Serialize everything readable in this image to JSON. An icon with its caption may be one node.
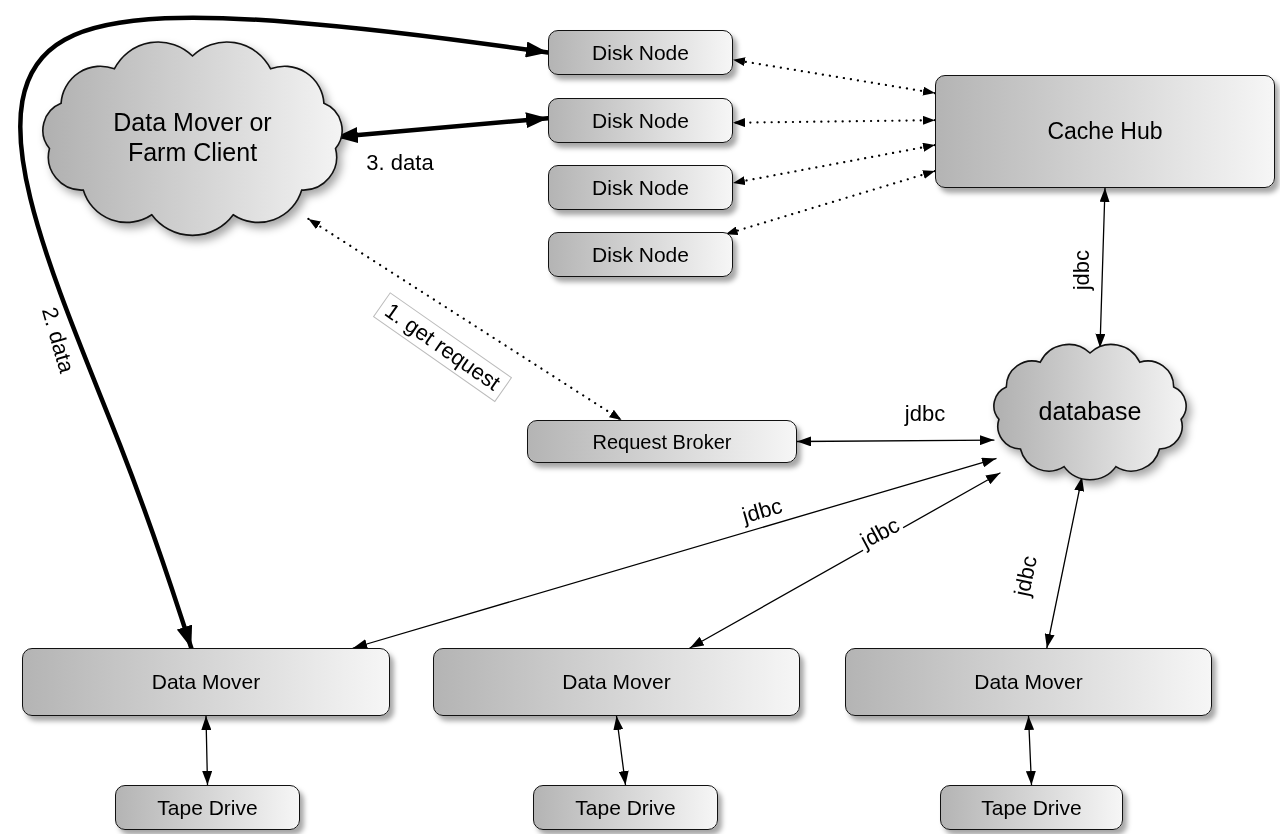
{
  "diagram": {
    "nodes": [
      {
        "text": [
          "Data Mover or Farm Client"
        ]
      },
      {
        "text": [
          "Disk Node"
        ]
      },
      {
        "text": [
          "Disk Node"
        ]
      },
      {
        "text": [
          "Disk Node"
        ]
      },
      {
        "text": [
          "Disk Node"
        ]
      },
      {
        "text": [
          "Cache Hub"
        ]
      },
      {
        "text": [
          "Request Broker"
        ]
      },
      {
        "text": [
          "database"
        ]
      },
      {
        "text": [
          "Data Mover"
        ]
      },
      {
        "text": [
          "Data Mover"
        ]
      },
      {
        "text": [
          "Data Mover"
        ]
      },
      {
        "text": [
          "Tape Drive"
        ]
      },
      {
        "text": [
          "Tape Drive"
        ]
      },
      {
        "text": [
          "Tape Drive"
        ]
      }
    ],
    "edges": [
      {
        "from": 8,
        "to": 1,
        "arrow": "both",
        "label": "2. data",
        "style": "thick"
      },
      {
        "from": 0,
        "to": 2,
        "arrow": "both",
        "label": "3. data",
        "style": "thick"
      },
      {
        "from": 5,
        "to": 1,
        "arrow": "both",
        "style": "dashed"
      },
      {
        "from": 5,
        "to": 2,
        "arrow": "both",
        "style": "dashed"
      },
      {
        "from": 5,
        "to": 3,
        "arrow": "both",
        "style": "dashed"
      },
      {
        "from": 5,
        "to": 4,
        "arrow": "both",
        "style": "dashed"
      },
      {
        "from": 0,
        "to": 6,
        "arrow": "both",
        "label": "1. get request",
        "style": "dashed"
      },
      {
        "from": 5,
        "to": 7,
        "arrow": "both",
        "label": "jdbc"
      },
      {
        "from": 6,
        "to": 7,
        "arrow": "both",
        "label": "jdbc"
      },
      {
        "from": 7,
        "to": 8,
        "arrow": "both",
        "label": "jdbc"
      },
      {
        "from": 7,
        "to": 9,
        "arrow": "both",
        "label": "jdbc"
      },
      {
        "from": 7,
        "to": 10,
        "arrow": "both",
        "label": "jdbc"
      },
      {
        "from": 8,
        "to": 11,
        "arrow": "both"
      },
      {
        "from": 9,
        "to": 12,
        "arrow": "both"
      },
      {
        "from": 10,
        "to": 13,
        "arrow": "both"
      }
    ]
  }
}
